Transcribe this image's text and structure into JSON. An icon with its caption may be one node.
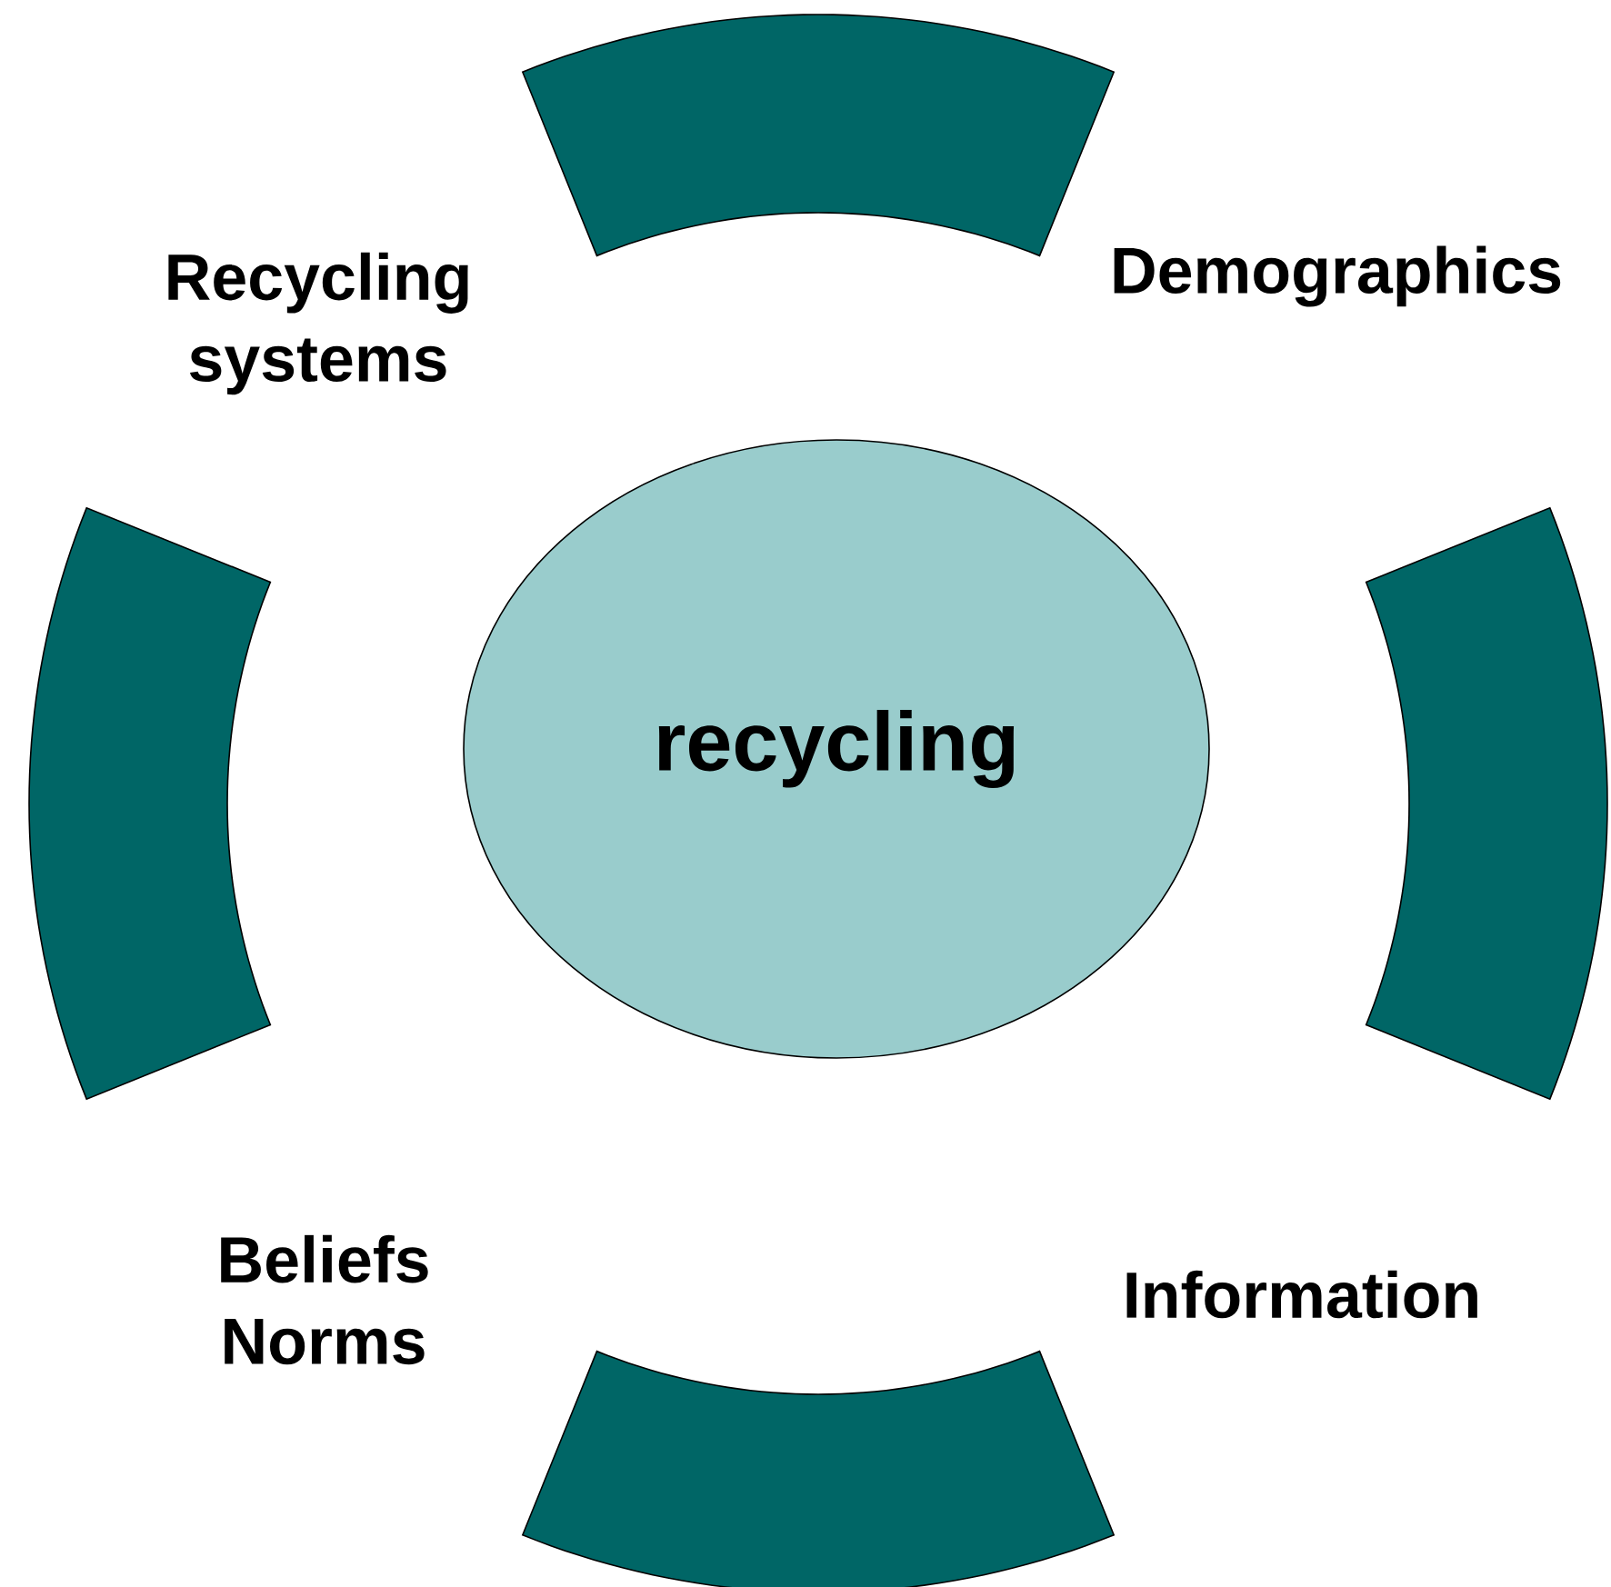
{
  "diagram": {
    "nodes": [
      {
        "text": [
          "recycling"
        ]
      },
      {
        "text": [],
        "shape": "arc"
      },
      {
        "text": [],
        "shape": "arc"
      },
      {
        "text": [],
        "shape": "arc"
      },
      {
        "text": [],
        "shape": "arc"
      }
    ],
    "labels": [
      "Recycling systems",
      "Demographics",
      "Beliefs Norms",
      "Information"
    ]
  }
}
